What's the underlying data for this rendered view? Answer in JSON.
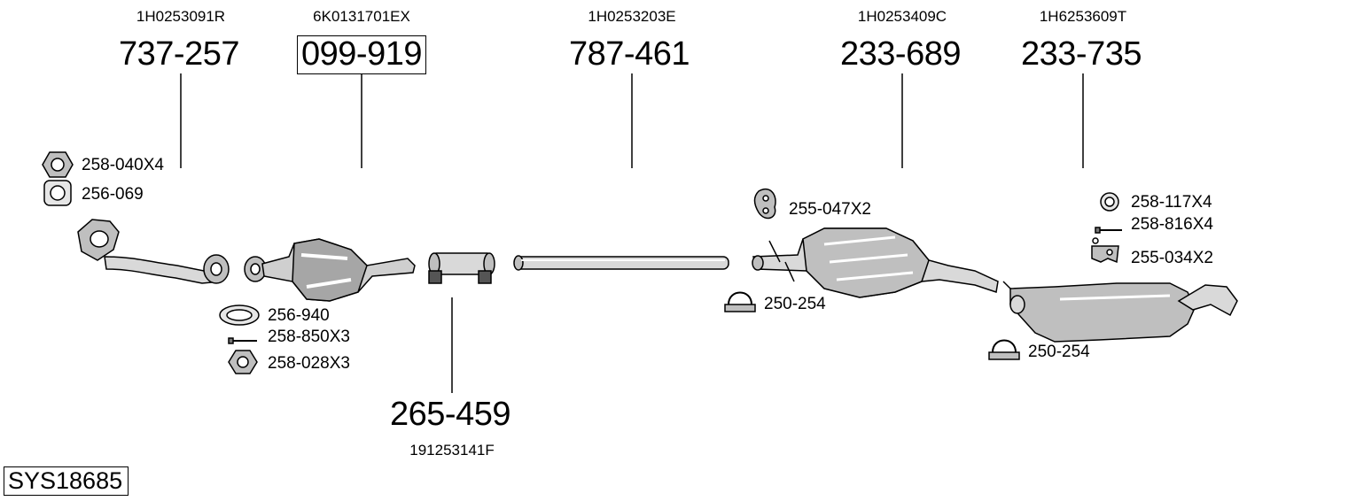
{
  "system_code": "SYS18685",
  "parts": [
    {
      "number": "737-257",
      "oem": "1H0253091R",
      "highlighted": false
    },
    {
      "number": "099-919",
      "oem": "6K0131701EX",
      "highlighted": true
    },
    {
      "number": "787-461",
      "oem": "1H0253203E",
      "highlighted": false
    },
    {
      "number": "233-689",
      "oem": "1H0253409C",
      "highlighted": false
    },
    {
      "number": "233-735",
      "oem": "1H6253609T",
      "highlighted": false
    },
    {
      "number": "265-459",
      "oem": "191253141F",
      "highlighted": false
    }
  ],
  "accessories": [
    {
      "label": "258-040X4",
      "icon": "hex-nut-icon"
    },
    {
      "label": "256-069",
      "icon": "gasket-icon"
    },
    {
      "label": "256-940",
      "icon": "ring-gasket-icon"
    },
    {
      "label": "258-850X3",
      "icon": "bolt-icon"
    },
    {
      "label": "258-028X3",
      "icon": "hex-nut-icon"
    },
    {
      "label": "255-047X2",
      "icon": "rubber-hanger-icon"
    },
    {
      "label": "250-254",
      "icon": "u-clamp-icon"
    },
    {
      "label": "258-117X4",
      "icon": "washer-icon"
    },
    {
      "label": "258-816X4",
      "icon": "bolt-icon"
    },
    {
      "label": "255-034X2",
      "icon": "bracket-icon"
    },
    {
      "label": "250-254",
      "icon": "u-clamp-icon"
    }
  ]
}
